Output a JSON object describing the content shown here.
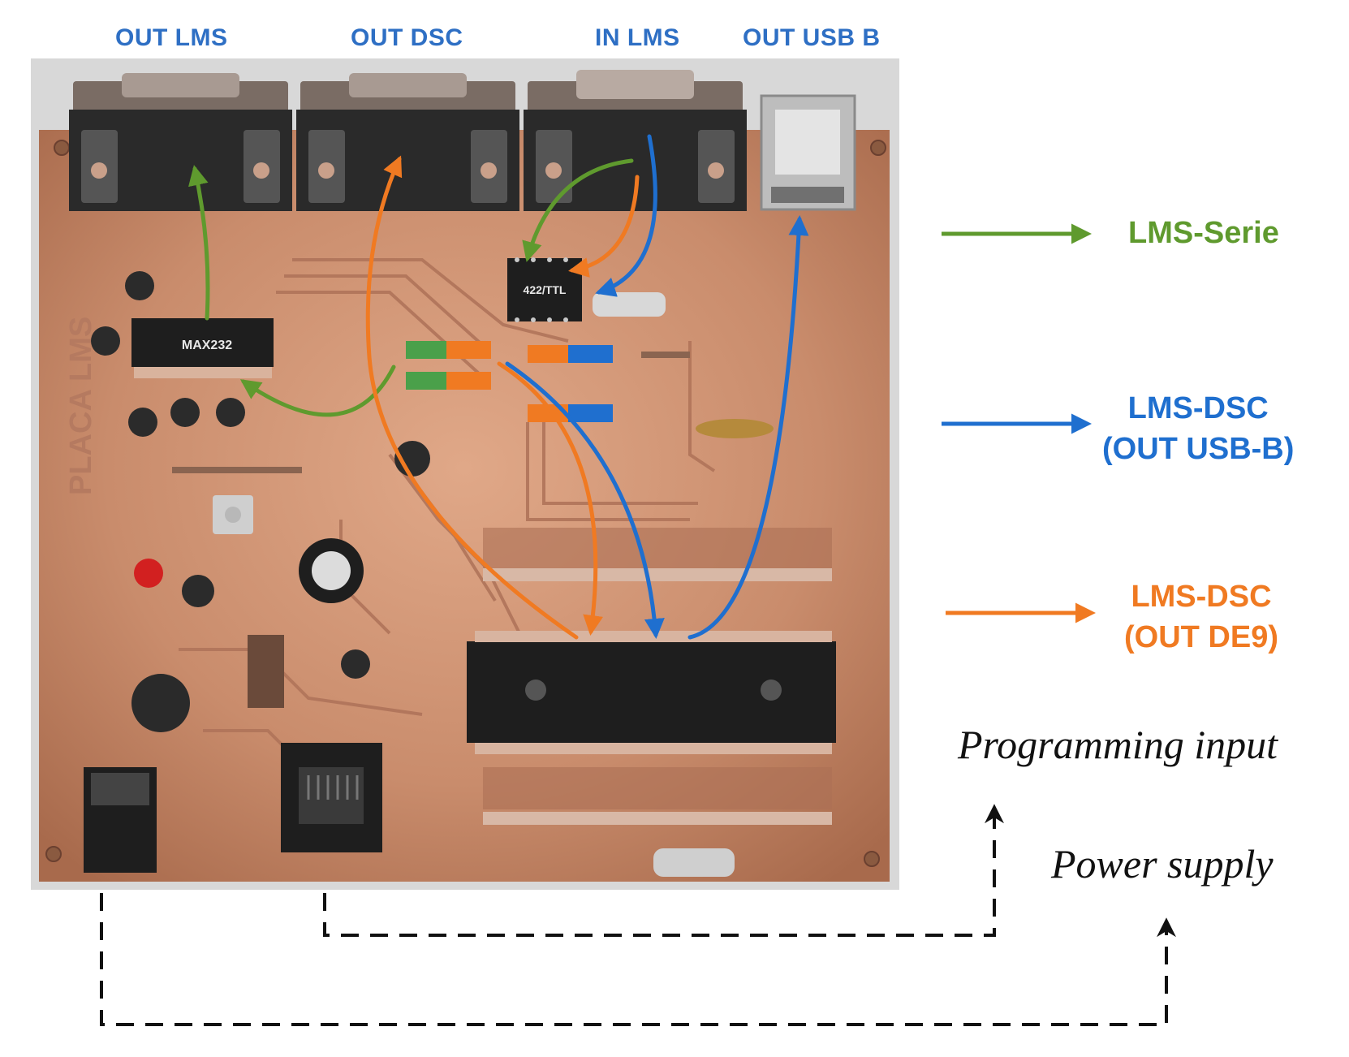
{
  "connectors": {
    "out_lms": "OUT LMS",
    "out_dsc": "OUT DSC",
    "in_lms": "IN LMS",
    "out_usb_b": "OUT USB B"
  },
  "board": {
    "chip_max232": "MAX232",
    "chip_422ttl": "422/TTL",
    "silkscreen": "PLACA LMS"
  },
  "legend": [
    {
      "line1": "LMS-Serie",
      "line2": "",
      "color": "#5f9a2e"
    },
    {
      "line1": "LMS-DSC",
      "line2": "(OUT USB-B)",
      "color": "#1f6fcf"
    },
    {
      "line1": "LMS-DSC",
      "line2": "(OUT DE9)",
      "color": "#f07a22"
    }
  ],
  "inputs": {
    "programming": "Programming input",
    "power": "Power supply"
  },
  "colors": {
    "label_blue": "#2e6fc4",
    "board_copper": "#c98c6c",
    "green_path": "#5f9a2e",
    "blue_path": "#1f6fcf",
    "orange_path": "#f07a22"
  }
}
